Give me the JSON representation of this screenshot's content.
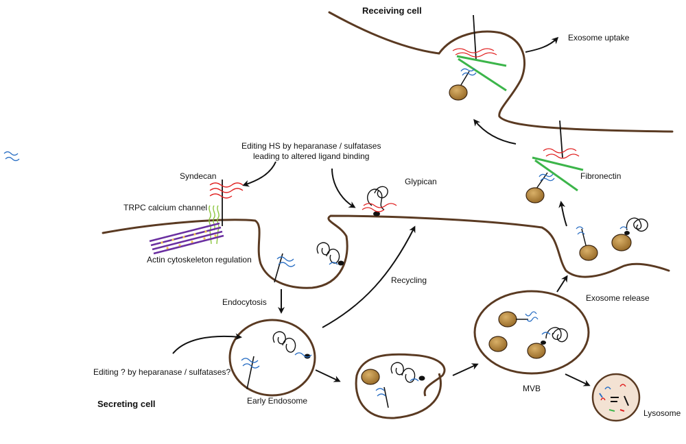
{
  "labels": {
    "receiving_cell": "Receiving cell",
    "secreting_cell": "Secreting cell",
    "exosome_uptake": "Exosome uptake",
    "fibronectin": "Fibronectin",
    "editing_hs_1": "Editing HS by heparanase / sulfatases",
    "editing_hs_2": "leading to altered ligand binding",
    "syndecan": "Syndecan",
    "glypican": "Glypican",
    "trpc": "TRPC calcium channel",
    "actin": "Actin cytoskeleton regulation",
    "recycling": "Recycling",
    "endocytosis": "Endocytosis",
    "exosome_release": "Exosome release",
    "editing_q": "Editing ? by heparanase / sulfatases?",
    "early_endosome": "Early Endosome",
    "mvb": "MVB",
    "lysosome": "Lysosome"
  },
  "colors": {
    "membrane": "#5a3a22",
    "exosome_fill": "#b98a3e",
    "hs_red": "#e02020",
    "hs_blue": "#2a6fc4",
    "fibronectin_green": "#3cb54a",
    "actin_purple": "#6a2fa0",
    "trpc_green": "#8cc63f",
    "lysosome_fill": "#f3e2d3"
  }
}
